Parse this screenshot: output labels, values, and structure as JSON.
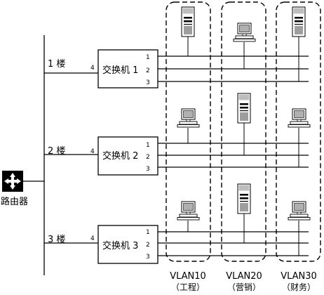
{
  "router": {
    "label": "路由器"
  },
  "floors": [
    {
      "label": "1 楼",
      "switch": "交换机 1",
      "uplink_port": "4",
      "ports": [
        "1",
        "2",
        "3"
      ],
      "devices": [
        "server",
        "pc",
        "server"
      ]
    },
    {
      "label": "2 楼",
      "switch": "交换机 2",
      "uplink_port": "4",
      "ports": [
        "1",
        "2",
        "3"
      ],
      "devices": [
        "pc",
        "server",
        "pc"
      ]
    },
    {
      "label": "3 楼",
      "switch": "交换机 3",
      "uplink_port": "4",
      "ports": [
        "1",
        "2",
        "3"
      ],
      "devices": [
        "pc",
        "server",
        "pc"
      ]
    }
  ],
  "vlans": [
    {
      "name": "VLAN10",
      "dept": "（工程）"
    },
    {
      "name": "VLAN20",
      "dept": "（营销）"
    },
    {
      "name": "VLAN30",
      "dept": "（财务）"
    }
  ],
  "icons": {
    "router": "router-icon",
    "server": "server-tower-icon",
    "pc": "desktop-pc-icon"
  }
}
